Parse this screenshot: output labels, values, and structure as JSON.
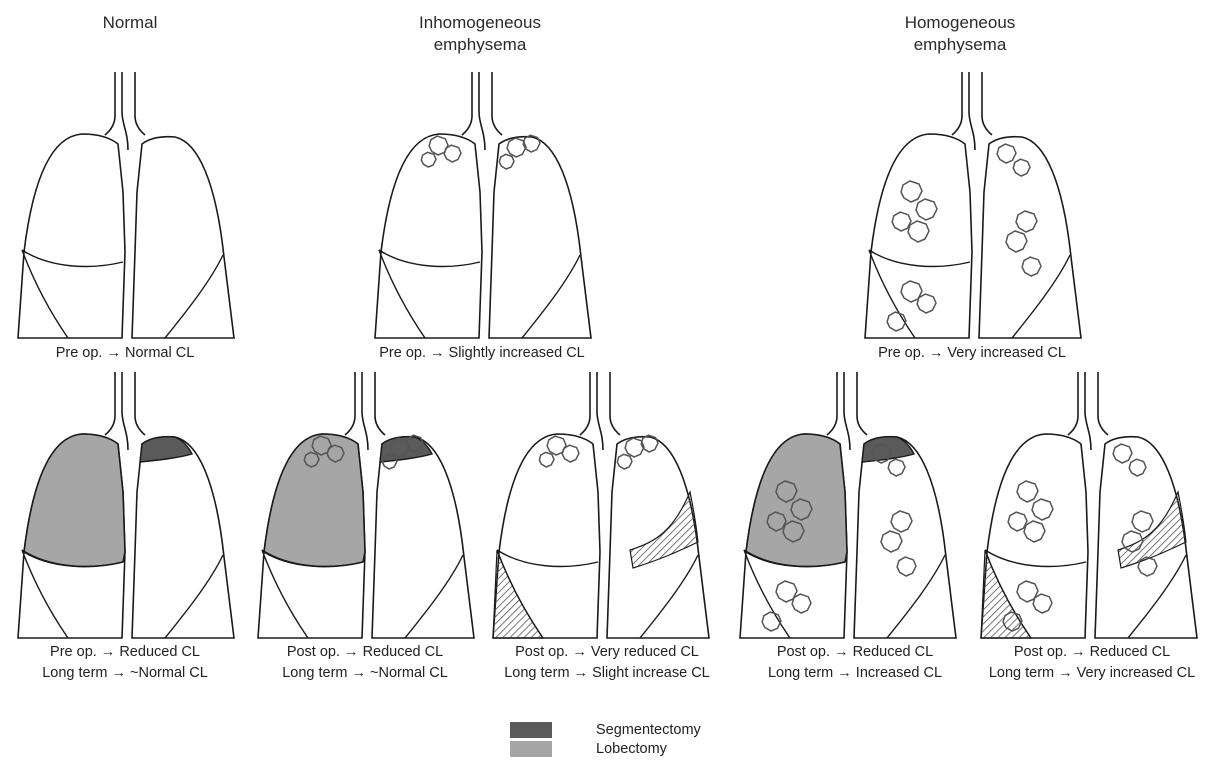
{
  "headers": {
    "normal": "Normal",
    "inhomogeneous": [
      "Inhomogeneous",
      "emphysema"
    ],
    "homogeneous": [
      "Homogeneous",
      "emphysema"
    ]
  },
  "top_captions": {
    "normal": "Pre op. → Normal CL",
    "inhomogeneous": "Pre op. → Slightly increased CL",
    "homogeneous": "Pre op. → Very increased CL"
  },
  "bottom_captions": [
    [
      "Pre op. → Reduced CL",
      "Long term → ~Normal CL"
    ],
    [
      "Post op. → Reduced CL",
      "Long term → ~Normal CL"
    ],
    [
      "Post op. → Very reduced CL",
      "Long term → Slight increase CL"
    ],
    [
      "Post op. → Reduced CL",
      "Long term → Increased CL"
    ],
    [
      "Post op. → Reduced CL",
      "Long term → Very increased CL"
    ]
  ],
  "legend": {
    "segmentectomy": "Segmentectomy",
    "lobectomy": "Lobectomy"
  },
  "colors": {
    "segmentectomy": "#5a5a5a",
    "lobectomy": "#a6a6a6",
    "outline": "#1a1a1a",
    "bullae": "#555555"
  }
}
